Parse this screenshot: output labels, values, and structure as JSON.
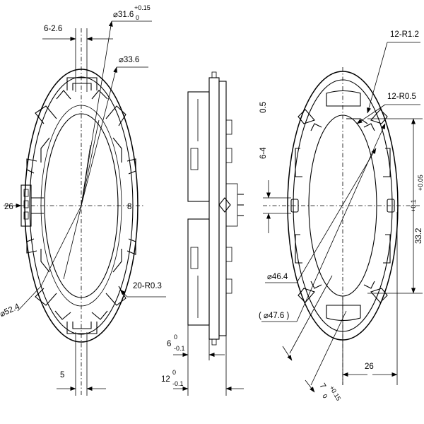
{
  "colors": {
    "ink": "#000000",
    "paper": "#ffffff"
  },
  "left_view": {
    "slot_width": "6-2.6",
    "inner_dia": "⌀31.6",
    "inner_dia_tol_upper": "+0.15",
    "inner_dia_tol_lower": "0",
    "mid_dia": "⌀33.6",
    "width_26": "26",
    "pin_8": "8",
    "outer_dia": "⌀52.4",
    "corner_radius": "20-R0.3",
    "width_5": "5"
  },
  "side_view": {
    "height_6": "6",
    "height_6_tol_upper": "0",
    "height_6_tol_lower": "-0.1",
    "height_12": "12",
    "height_12_tol_upper": "0",
    "height_12_tol_lower": "-0.1",
    "depth": "6-4",
    "depth_tol": "0.5"
  },
  "right_view": {
    "radius_outer": "12-R1.2",
    "radius_inner": "12-R0.5",
    "span": "33.2",
    "span_tol_upper": "+0.1",
    "span_tol_lower": "+0.05",
    "dia_46": "⌀46.4",
    "dia_47": "( ⌀47.6 )",
    "width_26": "26",
    "slot_7": "7",
    "slot_7_tol_upper": "+0.15",
    "slot_7_tol_lower": "0"
  }
}
